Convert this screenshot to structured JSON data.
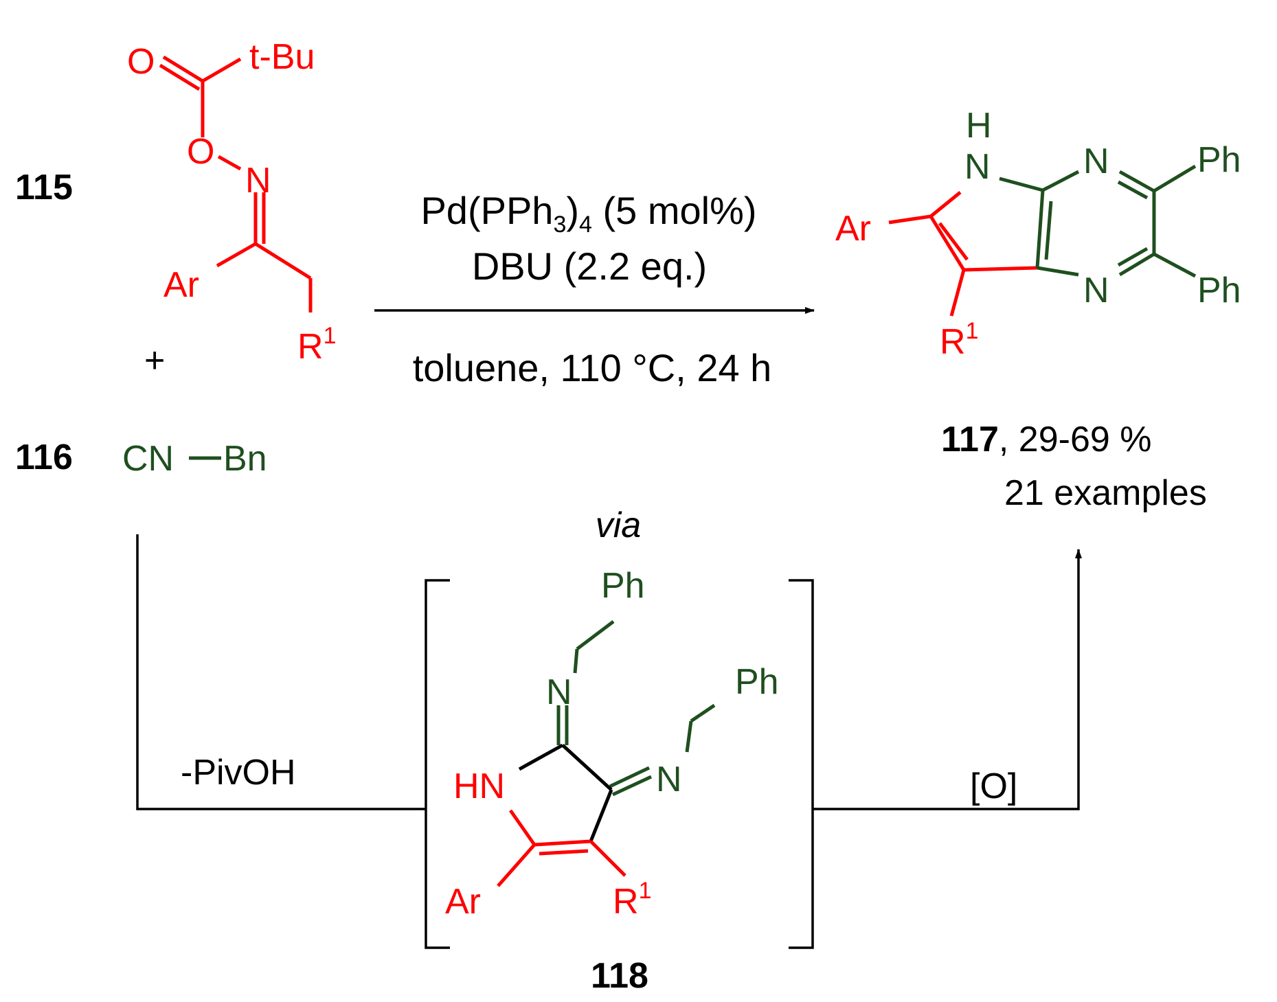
{
  "colors": {
    "red": "#ff0000",
    "green": "#1f4f1f",
    "black": "#000000"
  },
  "compound_115": {
    "number": "115",
    "atom_O_carbonyl": "O",
    "tBu": "t-Bu",
    "atom_O_ester": "O",
    "atom_N": "N",
    "Ar": "Ar",
    "R": "R",
    "R_sup": "1"
  },
  "plus_sign": "+",
  "compound_116": {
    "number": "116",
    "formula_left": "CN",
    "formula_right": "Bn"
  },
  "conditions": {
    "catalyst_part1": "Pd(PPh",
    "catalyst_sub1": "3",
    "catalyst_part2": ")",
    "catalyst_sub2": "4",
    "catalyst_part3": " (5 mol%)",
    "base": "DBU (2.2 eq.)",
    "solvent_temp_time": "toluene, 110 °C, 24 h"
  },
  "compound_117": {
    "H": "H",
    "NH_N": "N",
    "N_top": "N",
    "N_bottom": "N",
    "Ph_top": "Ph",
    "Ph_bottom": "Ph",
    "Ar": "Ar",
    "R": "R",
    "R_sup": "1",
    "number": "117",
    "yield": ", 29-69 %",
    "examples": "21 examples"
  },
  "via_label": "via",
  "minus_pivoh": "-PivOH",
  "oxidation_label": "[O]",
  "compound_118": {
    "Ph_top": "Ph",
    "N_top": "N",
    "Ph_right": "Ph",
    "N_right": "N",
    "HN": "HN",
    "Ar": "Ar",
    "R": "R",
    "R_sup": "1",
    "number": "118"
  }
}
